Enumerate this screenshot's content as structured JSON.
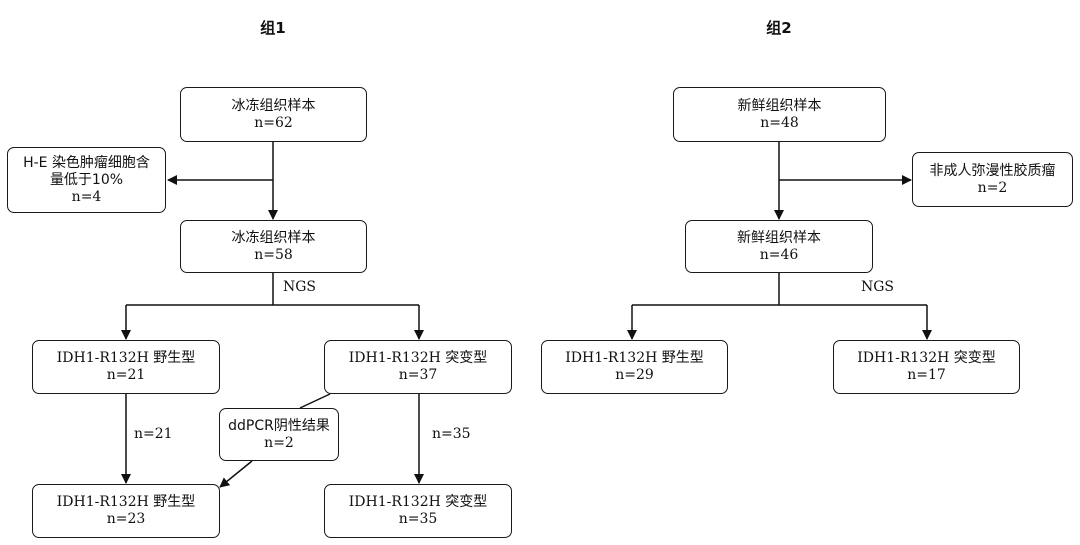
{
  "group1": {
    "title": "组1",
    "frozen_samples": {
      "line1": "冰冻组织样本",
      "line2": "n=62"
    },
    "excluded_he": {
      "line1": "H-E 染色肿瘤细胞含",
      "line2": "量低于10%",
      "line3": "n=4"
    },
    "frozen_samples_2": {
      "line1": "冰冻组织样本",
      "line2": "n=58"
    },
    "ngs_label": "NGS",
    "wild_type_1": {
      "line1": "IDH1-R132H 野生型",
      "line2": "n=21"
    },
    "mutant_1": {
      "line1": "IDH1-R132H 突变型",
      "line2": "n=37"
    },
    "ddpcr_negative": {
      "line1": "ddPCR阴性结果",
      "line2": "n=2"
    },
    "arrow_label_left": "n=21",
    "arrow_label_right": "n=35",
    "wild_type_2": {
      "line1": "IDH1-R132H 野生型",
      "line2": "n=23"
    },
    "mutant_2": {
      "line1": "IDH1-R132H 突变型",
      "line2": "n=35"
    }
  },
  "group2": {
    "title": "组2",
    "fresh_samples": {
      "line1": "新鲜组织样本",
      "line2": "n=48"
    },
    "excluded_non_adult": {
      "line1": "非成人弥漫性胶质瘤",
      "line2": "n=2"
    },
    "fresh_samples_2": {
      "line1": "新鲜组织样本",
      "line2": "n=46"
    },
    "ngs_label": "NGS",
    "wild_type": {
      "line1": "IDH1-R132H 野生型",
      "line2": "n=29"
    },
    "mutant": {
      "line1": "IDH1-R132H 突变型",
      "line2": "n=17"
    }
  }
}
